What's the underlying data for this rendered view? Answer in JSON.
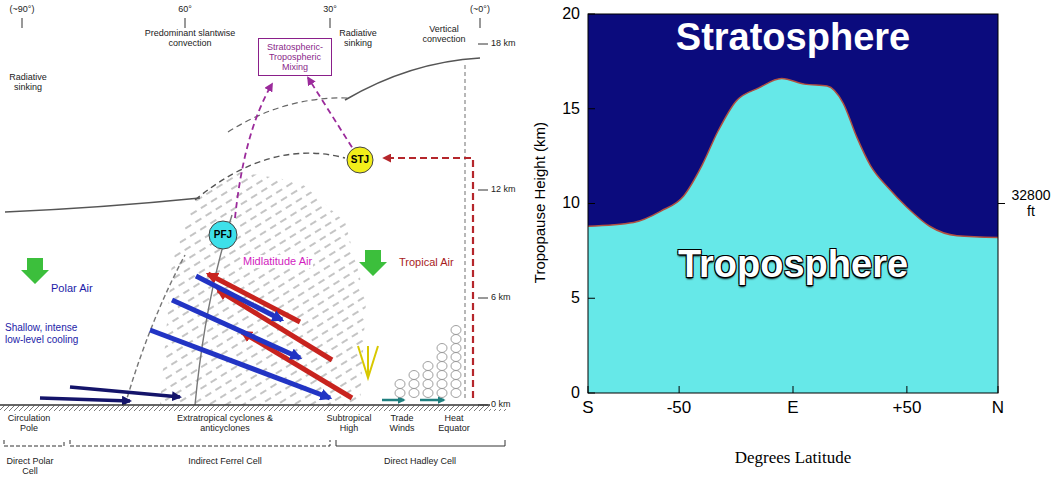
{
  "diagram": {
    "nodes": [
      {
        "text": [
          "Stratospheric-Tropospheric Mixing"
        ]
      },
      {
        "text": [
          "STJ"
        ]
      },
      {
        "text": [
          "PFJ"
        ]
      }
    ],
    "edges": [
      {
        "from": 1,
        "to": 0,
        "arrow": "to"
      }
    ],
    "labels": [
      "(~90°)",
      "60°",
      "30°",
      "(~0°)",
      "18 km",
      "Predominant slantwise convection",
      "Radiative sinking",
      "Vertical convection",
      "Radiative sinking",
      "12 km",
      "Midlatitude Air",
      "Tropical Air",
      "Polar Air",
      "6 km",
      "Shallow, intense low-level cooling",
      "0 km",
      "Circulation Pole",
      "Extratropical cyclones & anticyclones",
      "Subtropical High",
      "Trade Winds",
      "Heat Equator",
      "Direct Polar Cell",
      "Indirect Ferrel Cell",
      "Direct Hadley Cell",
      "Stratosphere",
      "Troposphere",
      "Tropopause Height (km)",
      "0",
      "5",
      "10",
      "15",
      "20",
      "32800 ft",
      "S",
      "-50",
      "E",
      "+50",
      "N",
      "Degrees Latitude"
    ]
  }
}
